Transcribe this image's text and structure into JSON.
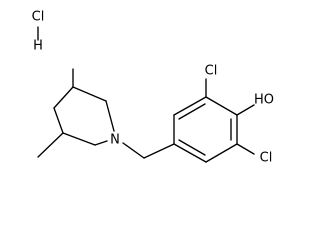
{
  "molecule": {
    "atom_labels": {
      "hcl_cl": "Cl",
      "hcl_h": "H",
      "cl_top": "Cl",
      "hydroxyl": "HO",
      "cl_bottom": "Cl",
      "nitrogen": "N"
    }
  }
}
